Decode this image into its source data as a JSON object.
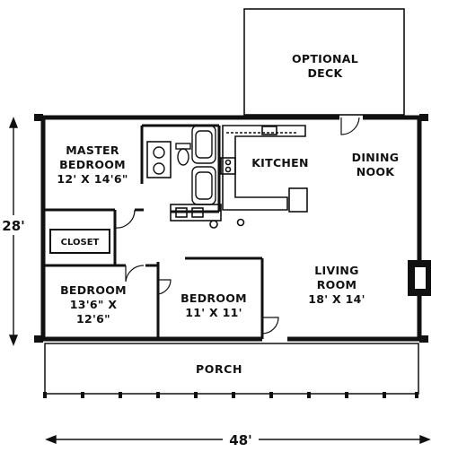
{
  "deck": {
    "line1": "OPTIONAL",
    "line2": "DECK"
  },
  "master_bedroom": {
    "line1": "MASTER",
    "line2": "BEDROOM",
    "size": "12' X 14'6\""
  },
  "kitchen": {
    "label": "KITCHEN"
  },
  "dining_nook": {
    "line1": "DINING",
    "line2": "NOOK"
  },
  "closet": {
    "label": "CLOSET"
  },
  "bedroom_left": {
    "line1": "BEDROOM",
    "line2": "13'6\" X",
    "line3": "12'6\""
  },
  "bedroom_center": {
    "line1": "BEDROOM",
    "line2": "11' X 11'"
  },
  "living_room": {
    "line1": "LIVING",
    "line2": "ROOM",
    "size": "18' X 14'"
  },
  "porch": {
    "label": "PORCH"
  },
  "dimensions": {
    "depth": "28'",
    "width": "48'"
  }
}
